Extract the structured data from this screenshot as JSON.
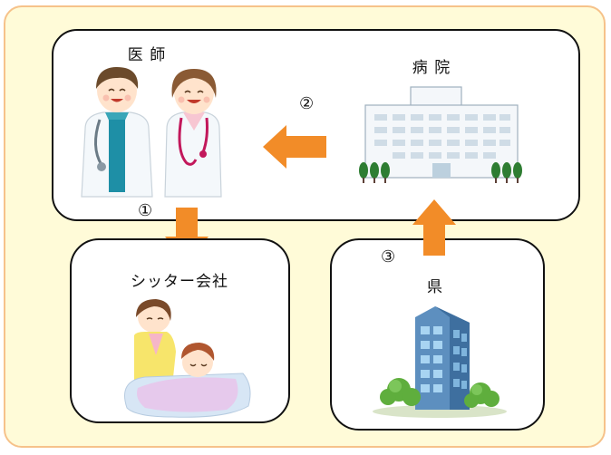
{
  "labels": {
    "doctors": "医 師",
    "hospital": "病 院",
    "sitter_company": "シッター会社",
    "prefecture": "県"
  },
  "steps": {
    "step1": "①",
    "step2": "②",
    "step3": "③"
  },
  "colors": {
    "frame_bg": "#fffbd8",
    "frame_border": "#f6c28a",
    "arrow": "#f28c28"
  }
}
